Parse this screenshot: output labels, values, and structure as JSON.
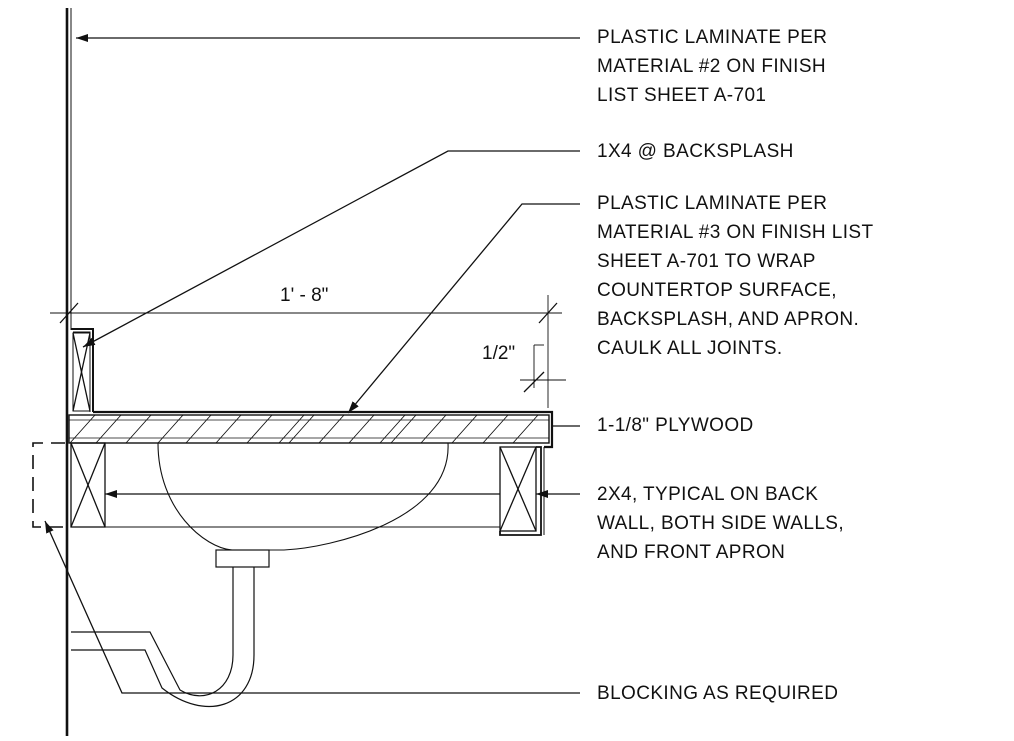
{
  "callouts": {
    "laminate_material_2": [
      "PLASTIC LAMINATE PER",
      "MATERIAL #2 ON FINISH",
      "LIST SHEET A-701"
    ],
    "backsplash_1x4": [
      "1X4 @ BACKSPLASH"
    ],
    "laminate_material_3": [
      "PLASTIC LAMINATE PER",
      "MATERIAL #3 ON FINISH LIST",
      "SHEET A-701 TO WRAP",
      "COUNTERTOP SURFACE,",
      "BACKSPLASH, AND APRON.",
      "CAULK ALL JOINTS."
    ],
    "plywood": [
      "1-1/8\" PLYWOOD"
    ],
    "framing_2x4": [
      "2X4, TYPICAL ON BACK",
      "WALL, BOTH SIDE WALLS,",
      "AND FRONT APRON"
    ],
    "blocking": [
      "BLOCKING AS REQUIRED"
    ]
  },
  "dimensions": {
    "counter_depth": "1' - 8\"",
    "laminate_thickness": "1/2\""
  },
  "colors": {
    "linework": "#111111",
    "background": "#ffffff"
  }
}
